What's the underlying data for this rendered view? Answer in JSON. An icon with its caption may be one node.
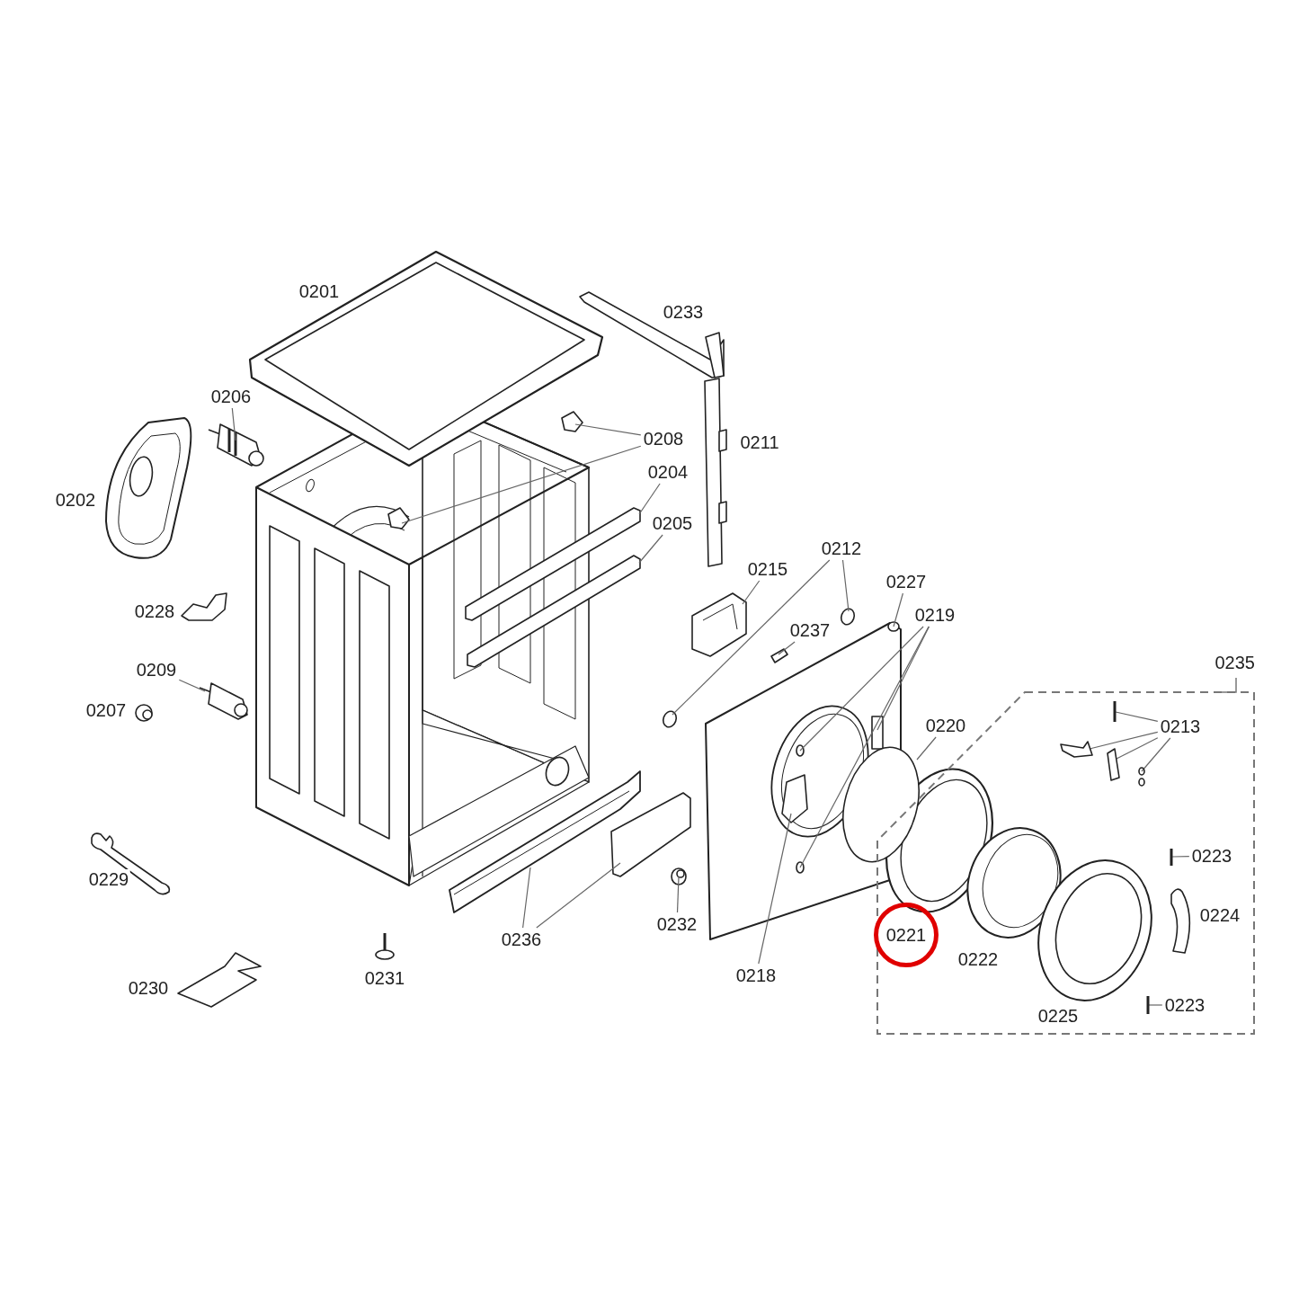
{
  "diagram": {
    "nodes": [
      {
        "text": [
          "0201"
        ]
      },
      {
        "text": [
          "0233"
        ]
      },
      {
        "text": [
          "0206"
        ]
      },
      {
        "text": [
          "0208"
        ]
      },
      {
        "text": [
          "0211"
        ]
      },
      {
        "text": [
          "0204"
        ]
      },
      {
        "text": [
          "0202"
        ]
      },
      {
        "text": [
          "0205"
        ]
      },
      {
        "text": [
          "0212"
        ]
      },
      {
        "text": [
          "0215"
        ]
      },
      {
        "text": [
          "0227"
        ]
      },
      {
        "text": [
          "0228"
        ]
      },
      {
        "text": [
          "0219"
        ]
      },
      {
        "text": [
          "0237"
        ]
      },
      {
        "text": [
          "0235"
        ]
      },
      {
        "text": [
          "0209"
        ]
      },
      {
        "text": [
          "0207"
        ]
      },
      {
        "text": [
          "0220"
        ]
      },
      {
        "text": [
          "0213"
        ],
        "in": 14
      },
      {
        "text": [
          "0223"
        ],
        "in": 14
      },
      {
        "text": [
          "0229"
        ]
      },
      {
        "text": [
          "0224"
        ],
        "in": 14
      },
      {
        "text": [
          "0232"
        ]
      },
      {
        "text": [
          "0221"
        ],
        "in": 14
      },
      {
        "text": [
          "0236"
        ]
      },
      {
        "text": [
          "0222"
        ],
        "in": 14
      },
      {
        "text": [
          "0218"
        ]
      },
      {
        "text": [
          "0231"
        ]
      },
      {
        "text": [
          "0230"
        ]
      },
      {
        "text": [
          "0225"
        ],
        "in": 14
      },
      {
        "text": [
          "0223"
        ],
        "in": 14
      },
      {
        "text": [],
        "shape": "picture"
      },
      {
        "text": [],
        "shape": "picture"
      },
      {
        "text": [],
        "shape": "picture"
      },
      {
        "text": [],
        "shape": "picture"
      },
      {
        "text": [],
        "shape": "picture"
      },
      {
        "text": [],
        "shape": "circle"
      },
      {
        "text": [],
        "shape": "circle"
      },
      {
        "text": [],
        "shape": "picture"
      },
      {
        "text": [],
        "shape": "circle"
      },
      {
        "text": [],
        "shape": "box"
      },
      {
        "text": [],
        "shape": "circle"
      },
      {
        "text": [],
        "shape": "circle"
      },
      {
        "text": [],
        "shape": "picture"
      },
      {
        "text": [],
        "shape": "picture"
      },
      {
        "text": [],
        "shape": "circle"
      },
      {
        "text": [],
        "shape": "picture",
        "in": 14
      },
      {
        "text": [],
        "shape": "picture",
        "in": 14
      },
      {
        "text": [],
        "shape": "picture",
        "in": 14
      },
      {
        "text": [],
        "shape": "picture",
        "in": 14
      },
      {
        "text": [],
        "shape": "picture",
        "in": 14
      },
      {
        "text": [],
        "shape": "picture"
      },
      {
        "text": [],
        "shape": "picture"
      },
      {
        "text": [],
        "shape": "picture"
      },
      {
        "text": [],
        "shape": "picture"
      },
      {
        "text": [],
        "shape": "picture",
        "in": 14
      }
    ],
    "edges": [
      {
        "from": 2,
        "to": 31,
        "arrow": "none"
      },
      {
        "from": 3,
        "to": 32,
        "arrow": "none"
      },
      {
        "from": 3,
        "to": 33,
        "arrow": "none"
      },
      {
        "from": 5,
        "to": 34,
        "arrow": "none"
      },
      {
        "from": 7,
        "to": 35,
        "arrow": "none"
      },
      {
        "from": 8,
        "to": 36,
        "arrow": "none"
      },
      {
        "from": 8,
        "to": 37,
        "arrow": "none"
      },
      {
        "from": 9,
        "to": 38,
        "arrow": "none"
      },
      {
        "from": 10,
        "to": 39,
        "arrow": "none"
      },
      {
        "from": 12,
        "to": 40,
        "arrow": "none"
      },
      {
        "from": 12,
        "to": 41,
        "arrow": "none"
      },
      {
        "from": 12,
        "to": 42,
        "arrow": "none"
      },
      {
        "from": 13,
        "to": 43,
        "arrow": "none"
      },
      {
        "from": 15,
        "to": 44,
        "arrow": "none"
      },
      {
        "from": 17,
        "to": 45,
        "arrow": "none"
      },
      {
        "from": 18,
        "to": 46,
        "arrow": "none"
      },
      {
        "from": 18,
        "to": 47,
        "arrow": "none"
      },
      {
        "from": 18,
        "to": 48,
        "arrow": "none"
      },
      {
        "from": 18,
        "to": 49,
        "arrow": "none"
      },
      {
        "from": 19,
        "to": 50,
        "arrow": "none"
      },
      {
        "from": 22,
        "to": 51,
        "arrow": "none"
      },
      {
        "from": 24,
        "to": 52,
        "arrow": "none"
      },
      {
        "from": 24,
        "to": 53,
        "arrow": "none"
      },
      {
        "from": 26,
        "to": 54,
        "arrow": "none"
      },
      {
        "from": 30,
        "to": 55,
        "arrow": "none"
      }
    ]
  }
}
